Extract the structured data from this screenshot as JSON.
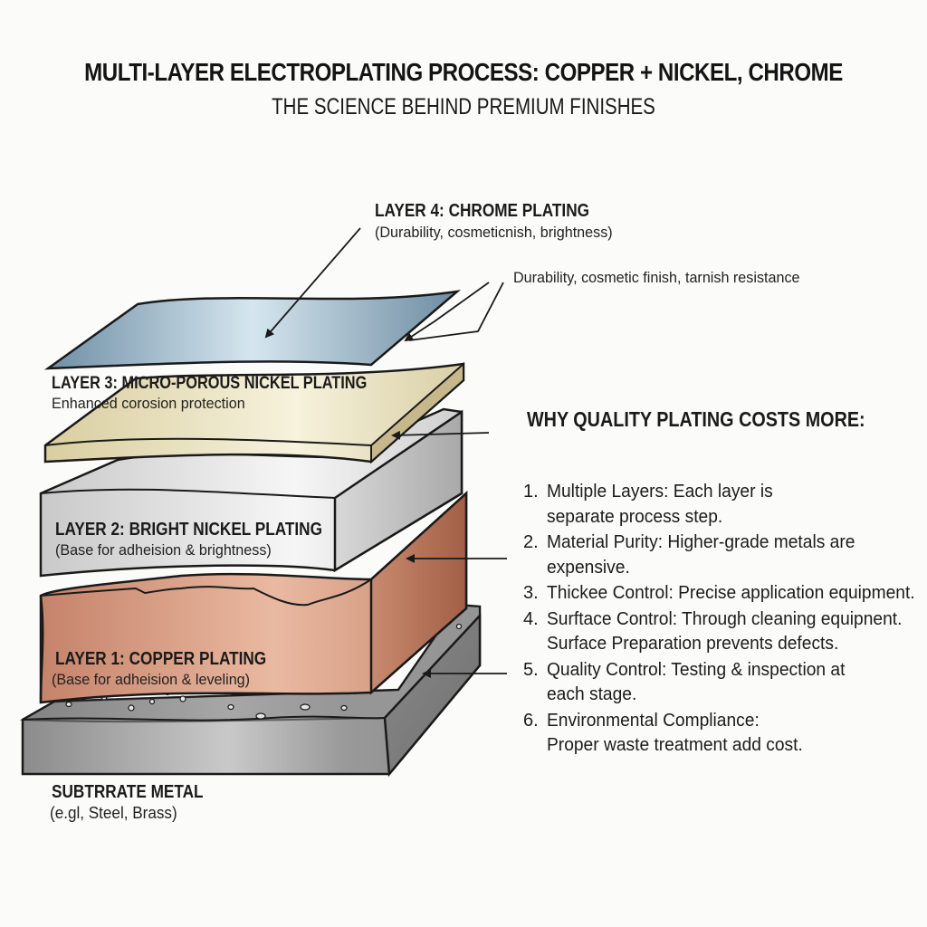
{
  "header": {
    "title": "MULTI-LAYER ELECTROPLATING PROCESS: COPPER + NICKEL, CHROME",
    "subtitle": "THE SCIENCE BEHIND PREMIUM FINISHES"
  },
  "layers": [
    {
      "id": "chrome",
      "title": "LAYER 4: CHROME PLATING",
      "description": "(Durability, cosmeticnish, brightness)",
      "callout": "Durability, cosmetic finish, tarnish resistance",
      "color": "#8fb1c6"
    },
    {
      "id": "micro-porous-nickel",
      "title": "LAYER 3: MICRO-POROUS NICKEL PLATING",
      "description": "Enhanced corosion protection",
      "color": "#e8e0b8"
    },
    {
      "id": "bright-nickel",
      "title": "LAYER 2: BRIGHT NICKEL PLATING",
      "description": "(Base for adheision & brightness)",
      "color": "#d6d6d6"
    },
    {
      "id": "copper",
      "title": "LAYER 1: COPPER PLATING",
      "description": "(Base for adheision & leveling)",
      "color": "#d49a80"
    },
    {
      "id": "substrate",
      "title": "SUBTRRATE METAL",
      "description": "(e.gl, Steel, Brass)",
      "color": "#9a9a9a"
    }
  ],
  "cost_section": {
    "heading": "WHY QUALITY PLATING COSTS MORE:",
    "items": [
      {
        "number": "1.",
        "text": "Multiple Layers: Each layer is separate process step."
      },
      {
        "number": "2.",
        "text": "Material Purity: Higher-grade metals are expensive."
      },
      {
        "number": "3.",
        "text": "Thickee Control: Precise application equipment."
      },
      {
        "number": "4.",
        "text": "Surftace Control: Through cleaning equipnent. Surface Preparation prevents defects."
      },
      {
        "number": "5.",
        "text": "Quality Control: Testing & inspection at each stage."
      },
      {
        "number": "6.",
        "text": "Environmental Compliance: Proper waste treatment add cost."
      }
    ]
  }
}
